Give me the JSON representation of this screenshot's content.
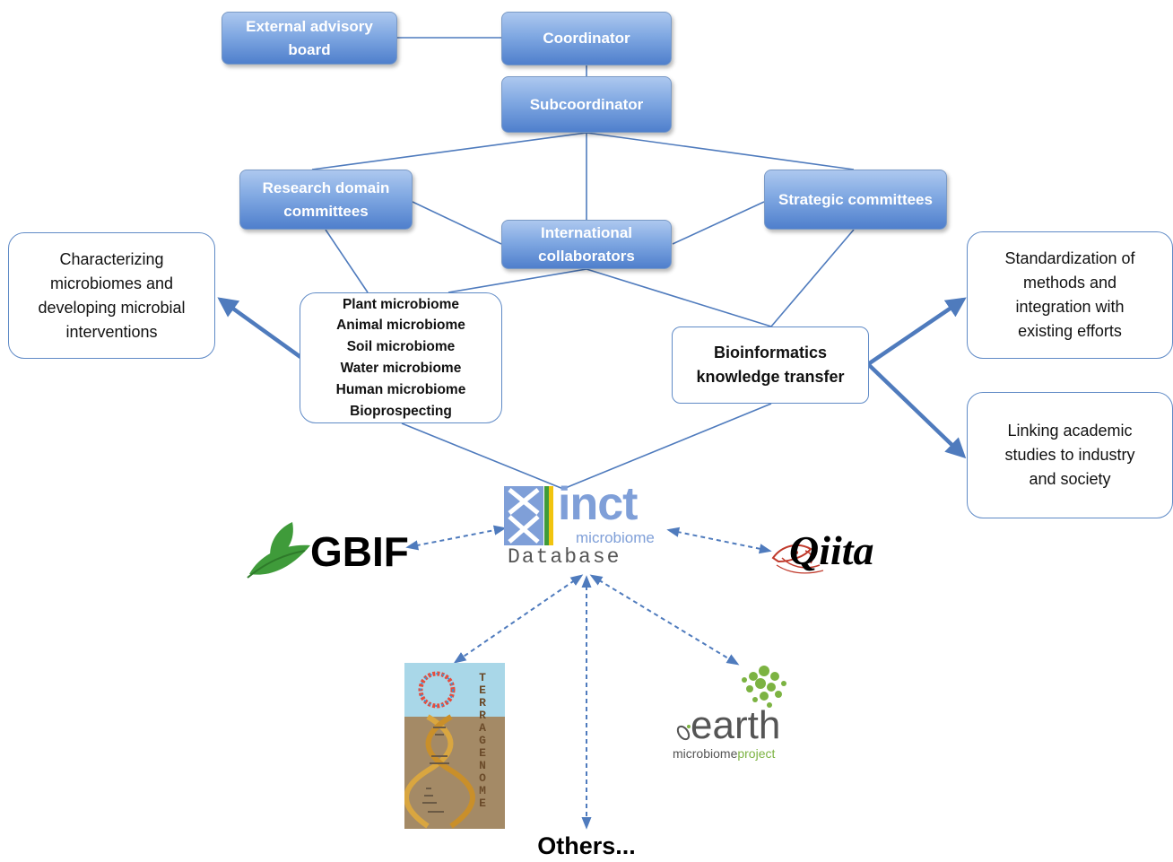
{
  "governance": {
    "external_advisory_board": "External advisory\nboard",
    "coordinator": "Coordinator",
    "subcoordinator": "Subcoordinator",
    "research_domain_committees": "Research domain\ncommittees",
    "strategic_committees": "Strategic committees",
    "international_collaborators": "International\ncollaborators"
  },
  "outcomes": {
    "characterizing": "Characterizing\nmicrobiomes and\ndeveloping microbial\ninterventions",
    "standardization": "Standardization of\nmethods and\nintegration with\nexisting efforts",
    "linking": "Linking academic\nstudies to industry\nand society"
  },
  "research_areas": [
    "Plant microbiome",
    "Animal microbiome",
    "Soil microbiome",
    "Water microbiome",
    "Human microbiome",
    "Bioprospecting"
  ],
  "bioinformatics": "Bioinformatics\nknowledge transfer",
  "database_logo": {
    "name": "inct",
    "sub": "microbiome",
    "caption": "Database"
  },
  "partner_logos": {
    "gbif": "GBIF",
    "qiita": "Qiita",
    "terragenome": "TERRAGENOME",
    "earth_main": "earth",
    "earth_sub1": "microbiome",
    "earth_sub2": "project"
  },
  "others": "Others...",
  "colors": {
    "box_gradient_top": "#adc8ef",
    "box_gradient_bottom": "#4f7fcc",
    "connector": "#4f7bbd",
    "gbif_green": "#3f9b3a",
    "earth_green": "#7cb342"
  }
}
